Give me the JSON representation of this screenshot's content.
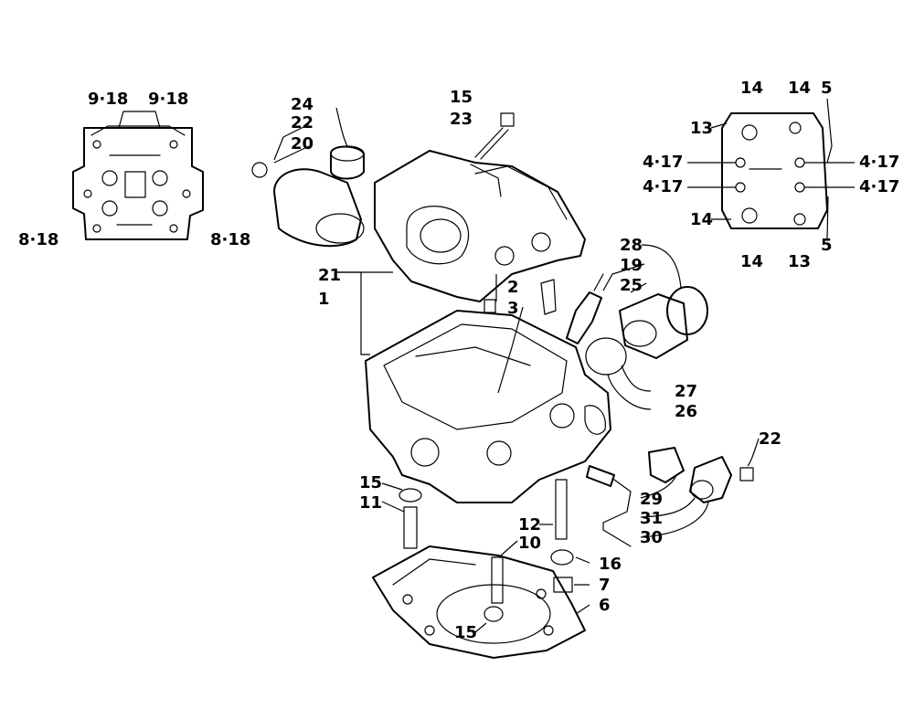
{
  "callouts": {
    "c_9_18_a": "9·18",
    "c_9_18_b": "9·18",
    "c_8_18_a": "8·18",
    "c_8_18_b": "8·18",
    "c_24": "24",
    "c_22_a": "22",
    "c_20": "20",
    "c_21": "21",
    "c_1": "1",
    "c_15_a": "15",
    "c_23": "23",
    "c_2": "2",
    "c_3": "3",
    "c_14_a": "14",
    "c_14_b": "14",
    "c_5_a": "5",
    "c_13_a": "13",
    "c_4_17_a": "4·17",
    "c_4_17_b": "4·17",
    "c_4_17_c": "4·17",
    "c_4_17_d": "4·17",
    "c_14_c": "14",
    "c_14_d": "14",
    "c_13_b": "13",
    "c_5_b": "5",
    "c_28": "28",
    "c_19": "19",
    "c_25": "25",
    "c_27": "27",
    "c_26": "26",
    "c_22_b": "22",
    "c_15_b": "15",
    "c_11": "11",
    "c_29": "29",
    "c_31": "31",
    "c_30": "30",
    "c_12": "12",
    "c_10": "10",
    "c_16": "16",
    "c_7": "7",
    "c_6": "6",
    "c_15_c": "15"
  }
}
